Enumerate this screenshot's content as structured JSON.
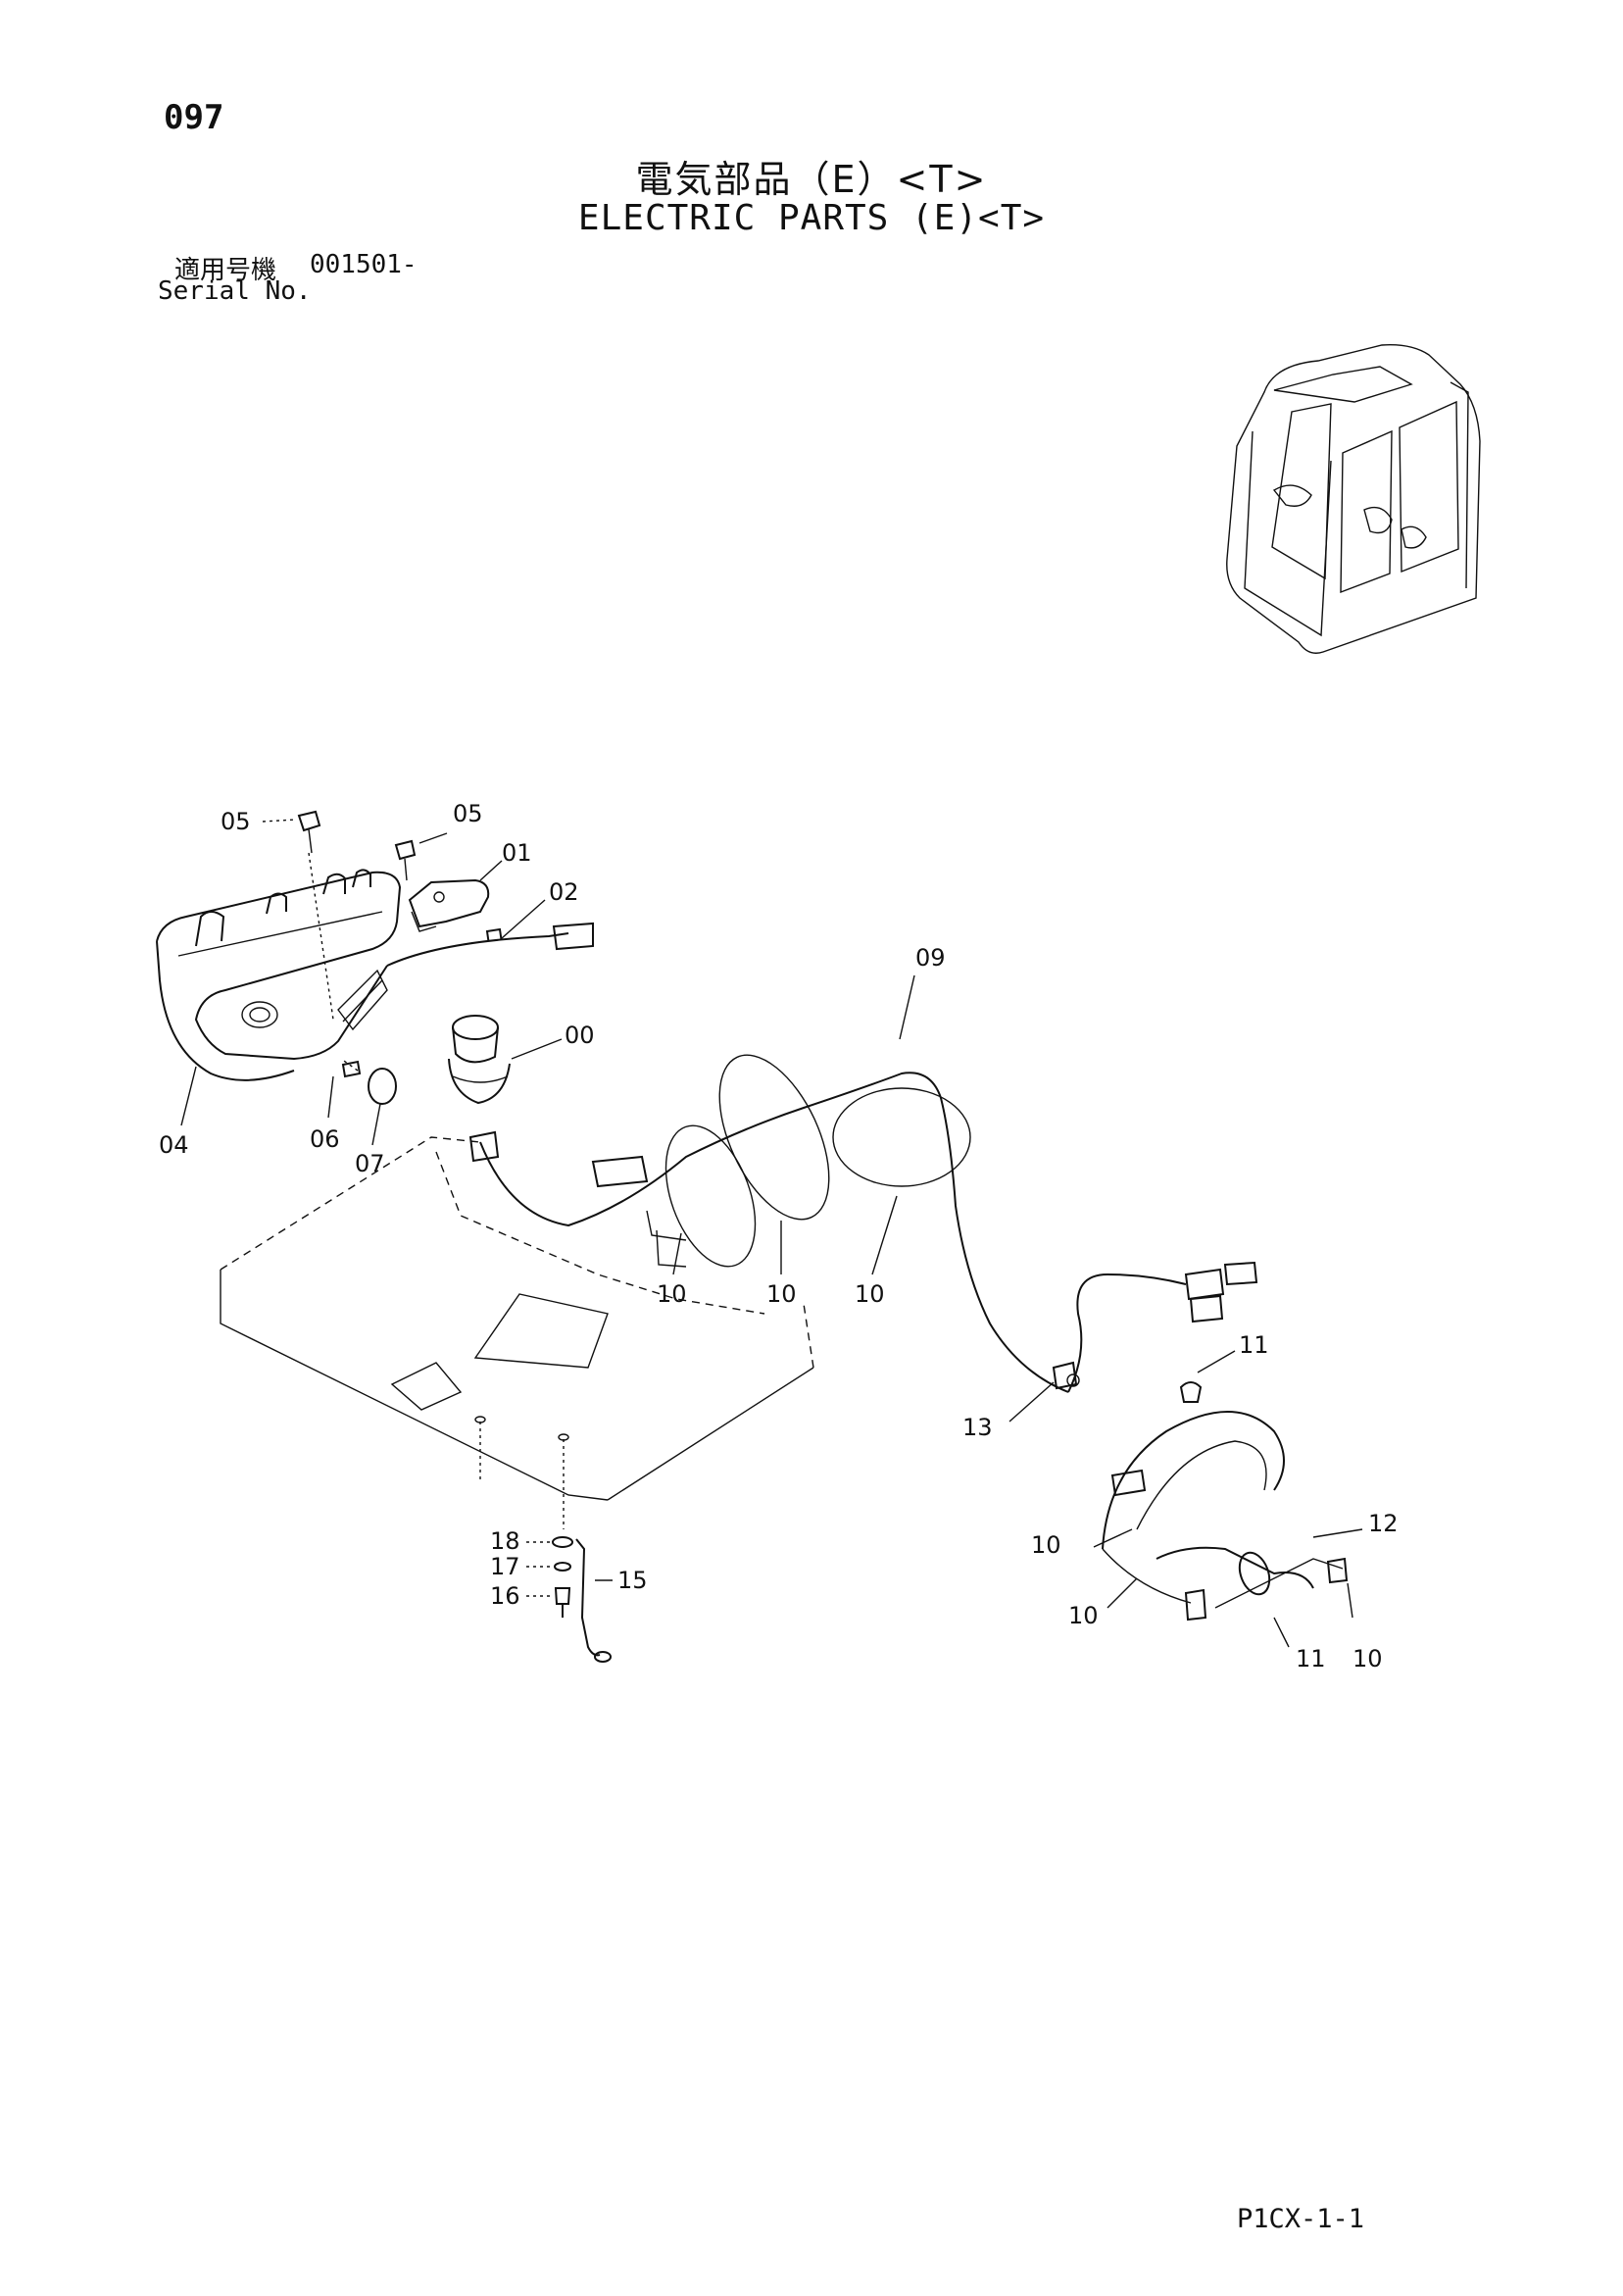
{
  "header": {
    "page_number": "097",
    "title_ja": "電気部品（E）<T>",
    "title_en": "ELECTRIC PARTS (E)<T>",
    "serial_label_ja": "適用号機",
    "serial_value": "001501-",
    "serial_label_en": "Serial No."
  },
  "footer": {
    "page_code": "P1CX-1-1"
  },
  "callouts": [
    {
      "id": "05a",
      "text": "05"
    },
    {
      "id": "05b",
      "text": "05"
    },
    {
      "id": "01",
      "text": "01"
    },
    {
      "id": "02",
      "text": "02"
    },
    {
      "id": "00",
      "text": "00"
    },
    {
      "id": "04",
      "text": "04"
    },
    {
      "id": "06",
      "text": "06"
    },
    {
      "id": "07",
      "text": "07"
    },
    {
      "id": "09",
      "text": "09"
    },
    {
      "id": "10a",
      "text": "10"
    },
    {
      "id": "10b",
      "text": "10"
    },
    {
      "id": "10c",
      "text": "10"
    },
    {
      "id": "11a",
      "text": "11"
    },
    {
      "id": "13",
      "text": "13"
    },
    {
      "id": "12",
      "text": "12"
    },
    {
      "id": "10d",
      "text": "10"
    },
    {
      "id": "10e",
      "text": "10"
    },
    {
      "id": "11b",
      "text": "11"
    },
    {
      "id": "10f",
      "text": "10"
    },
    {
      "id": "18",
      "text": "18"
    },
    {
      "id": "17",
      "text": "17"
    },
    {
      "id": "16",
      "text": "16"
    },
    {
      "id": "15",
      "text": "15"
    }
  ]
}
